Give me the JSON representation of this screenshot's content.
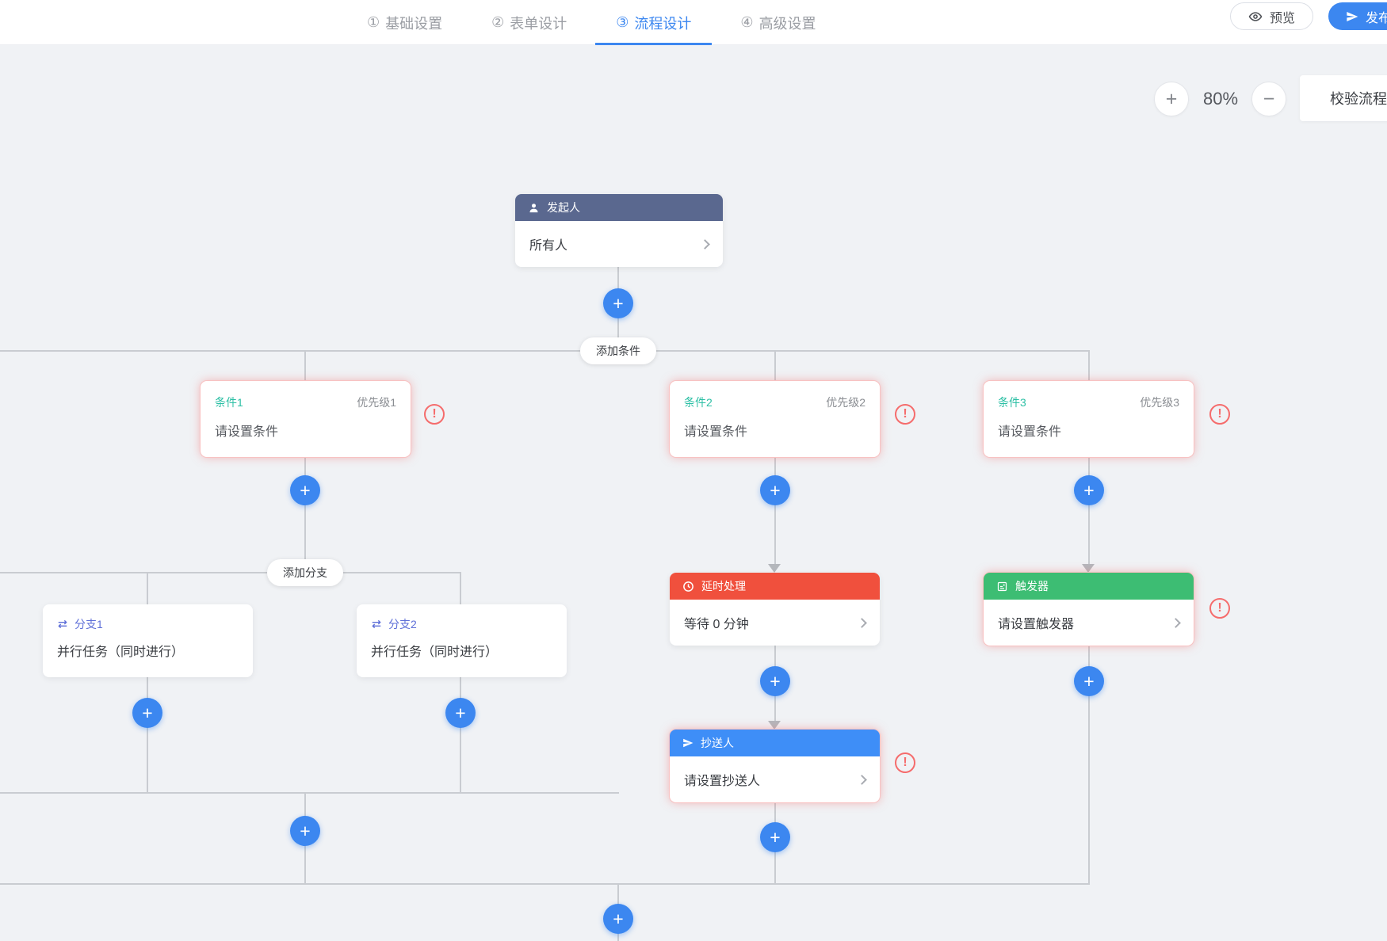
{
  "header": {
    "steps": [
      {
        "num": "①",
        "label": "基础设置",
        "active": false
      },
      {
        "num": "②",
        "label": "表单设计",
        "active": false
      },
      {
        "num": "③",
        "label": "流程设计",
        "active": true
      },
      {
        "num": "④",
        "label": "高级设置",
        "active": false
      }
    ],
    "preview_label": "预览",
    "publish_label": "发布"
  },
  "toolbar": {
    "zoom_in": "+",
    "zoom_level": "80%",
    "zoom_out": "−",
    "validate_label": "校验流程"
  },
  "flow": {
    "start": {
      "title": "发起人",
      "value": "所有人"
    },
    "add_condition_label": "添加条件",
    "add_branch_label": "添加分支",
    "conditions": [
      {
        "title": "条件1",
        "priority": "优先级1",
        "placeholder": "请设置条件"
      },
      {
        "title": "条件2",
        "priority": "优先级2",
        "placeholder": "请设置条件"
      },
      {
        "title": "条件3",
        "priority": "优先级3",
        "placeholder": "请设置条件"
      }
    ],
    "branches": [
      {
        "title": "分支1",
        "desc": "并行任务（同时进行）"
      },
      {
        "title": "分支2",
        "desc": "并行任务（同时进行）"
      }
    ],
    "delay": {
      "title": "延时处理",
      "value": "等待 0 分钟"
    },
    "cc": {
      "title": "抄送人",
      "placeholder": "请设置抄送人"
    },
    "trigger": {
      "title": "触发器",
      "placeholder": "请设置触发器"
    }
  },
  "ui": {
    "plus_glyph": "+",
    "warning_glyph": "!"
  },
  "colors": {
    "accent": "#3C87F0",
    "start_header": "#5A688F",
    "delay_header": "#F0503D",
    "cc_header": "#3E8EF7",
    "trigger_header": "#3DBD73",
    "condition_title": "#2BBFA4",
    "branch_accent": "#5E6FD8",
    "error": "#F56C6C"
  }
}
